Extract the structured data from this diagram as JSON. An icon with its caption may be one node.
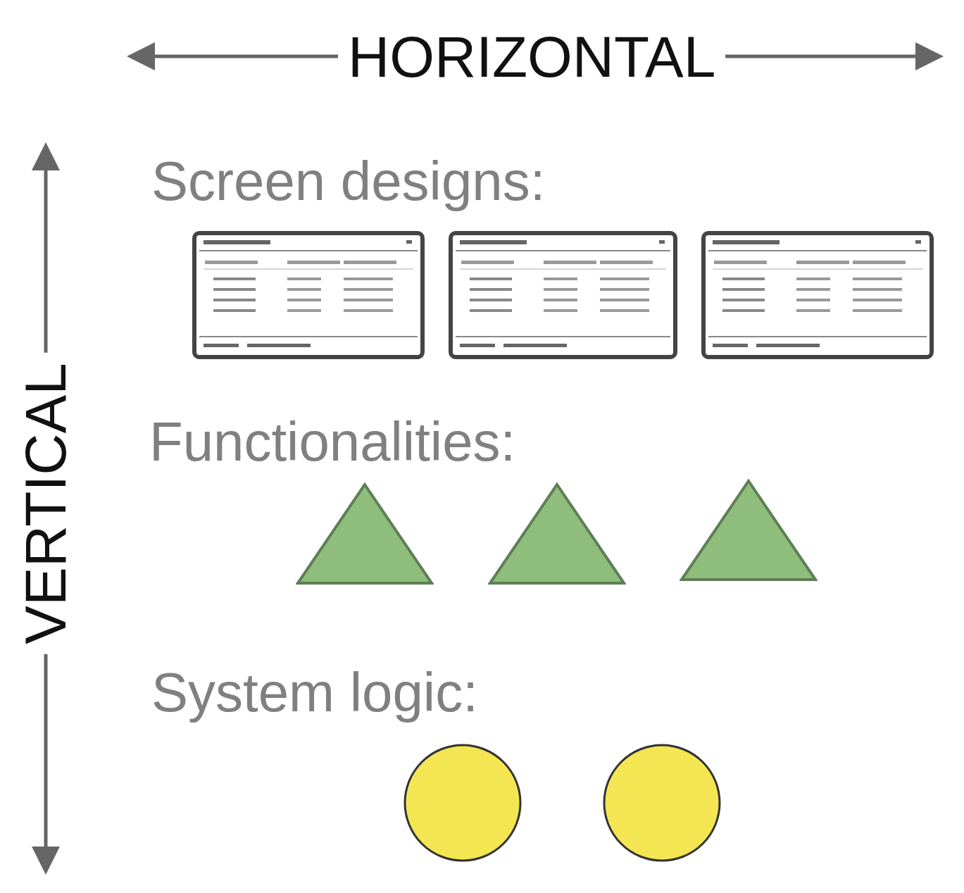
{
  "diagram": {
    "nodes": [
      {
        "text": [],
        "shape": "picture"
      },
      {
        "text": [],
        "shape": "picture"
      },
      {
        "text": [],
        "shape": "picture"
      },
      {
        "text": [],
        "shape": "triangle"
      },
      {
        "text": [],
        "shape": "triangle"
      },
      {
        "text": [],
        "shape": "triangle"
      },
      {
        "text": [],
        "shape": "circle"
      },
      {
        "text": [],
        "shape": "circle"
      }
    ],
    "labels": [
      "HORIZONTAL",
      "VERTICAL",
      "Screen designs:",
      "Functionalities:",
      "System logic:"
    ]
  }
}
